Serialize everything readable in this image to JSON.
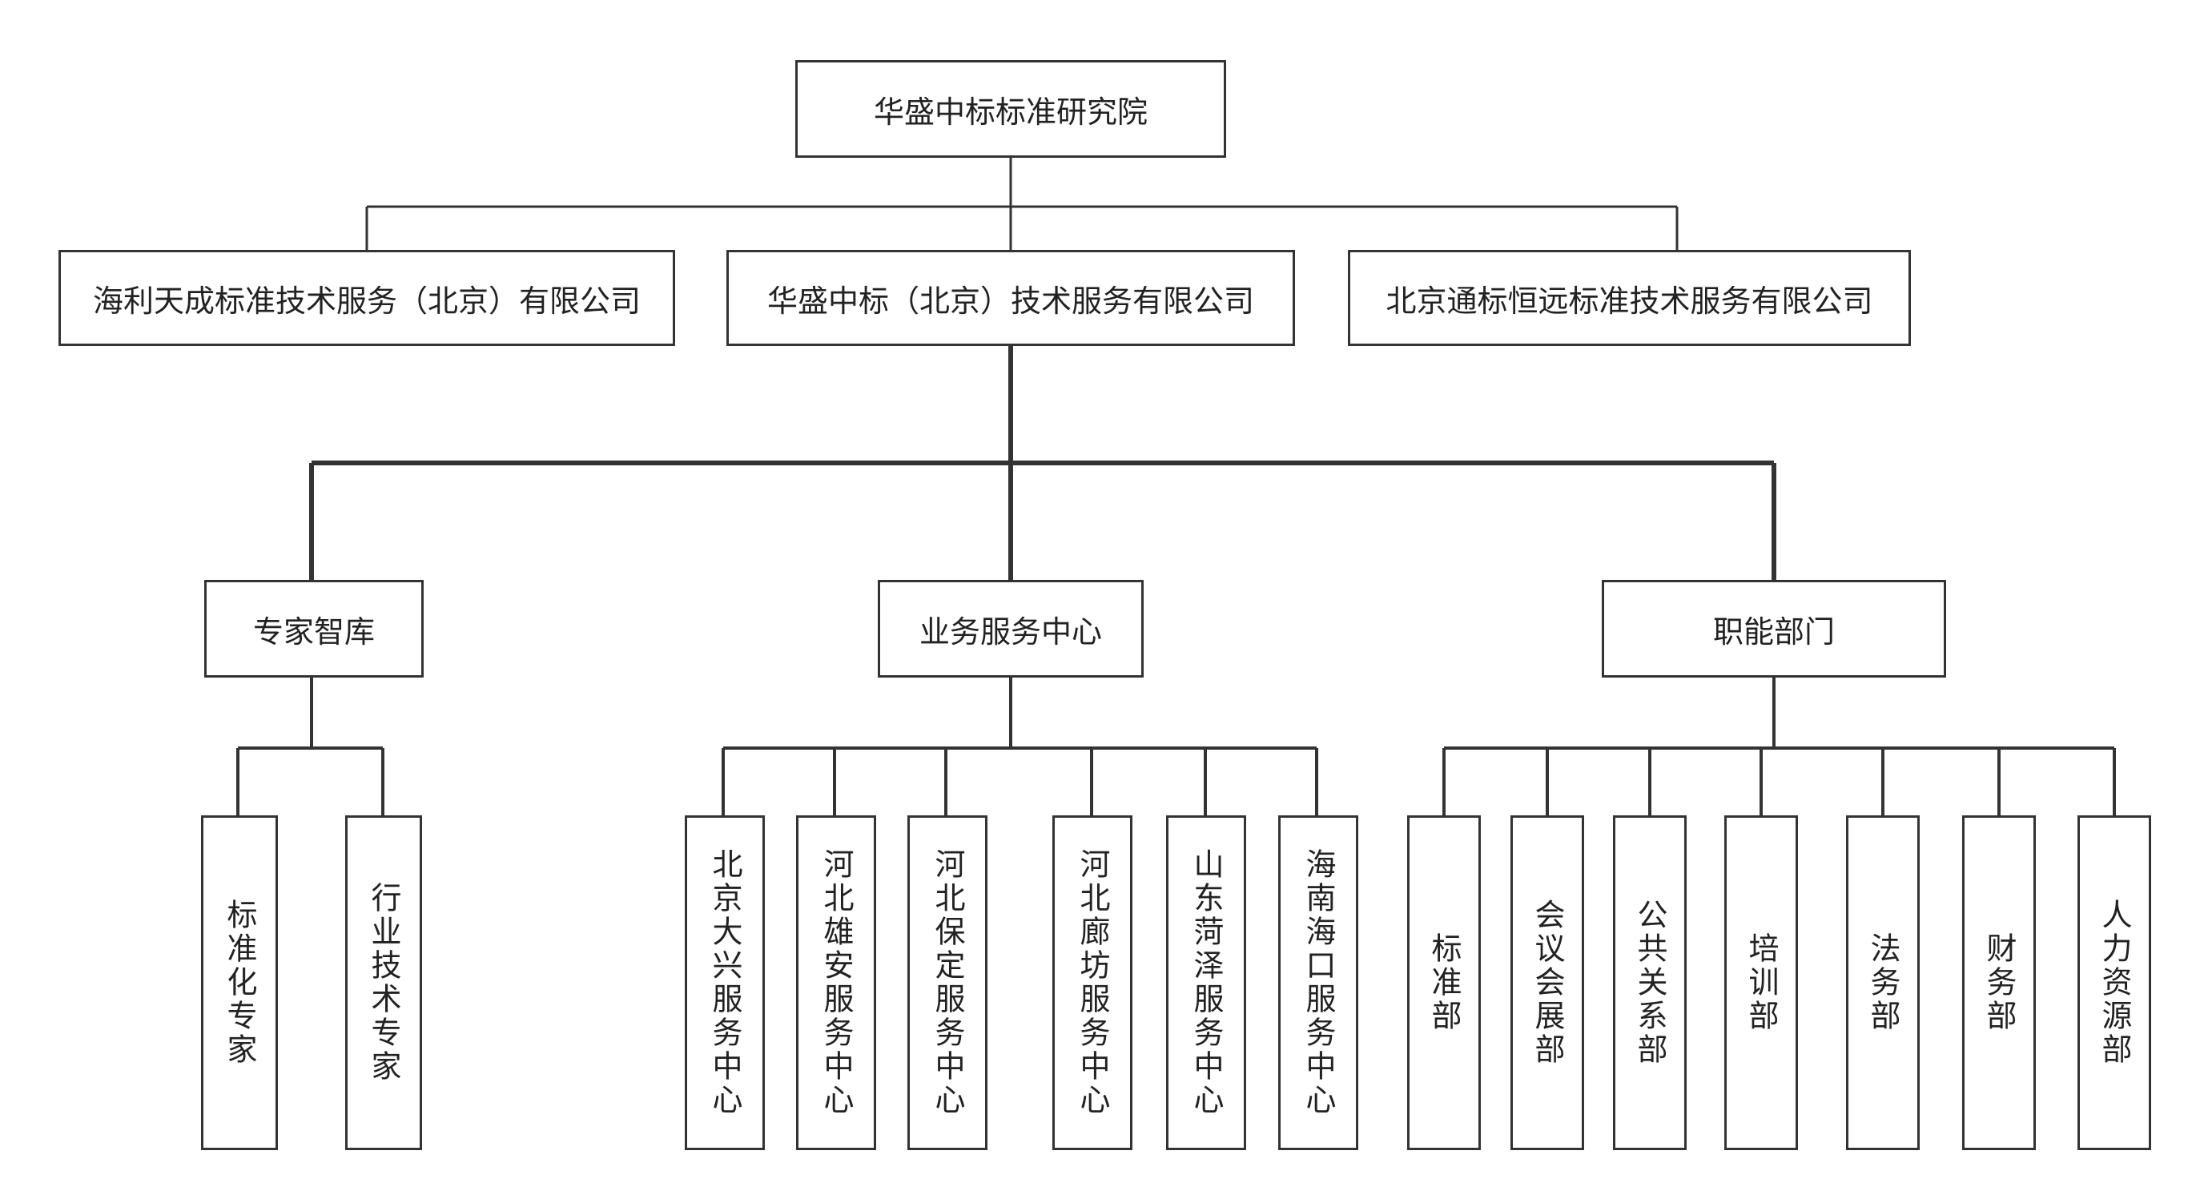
{
  "root": {
    "label": "华盛中标标准研究院"
  },
  "companies": [
    {
      "label": "海利天成标准技术服务（北京）有限公司"
    },
    {
      "label": "华盛中标（北京）技术服务有限公司"
    },
    {
      "label": "北京通标恒远标准技术服务有限公司"
    }
  ],
  "divisions": [
    {
      "label": "专家智库"
    },
    {
      "label": "业务服务中心"
    },
    {
      "label": "职能部门"
    }
  ],
  "expert_units": [
    {
      "label": "标准化专家"
    },
    {
      "label": "行业技术专家"
    }
  ],
  "service_units": [
    {
      "label": "北京大兴服务中心"
    },
    {
      "label": "河北雄安服务中心"
    },
    {
      "label": "河北保定服务中心"
    },
    {
      "label": "河北廊坊服务中心"
    },
    {
      "label": "山东菏泽服务中心"
    },
    {
      "label": "海南海口服务中心"
    }
  ],
  "function_units": [
    {
      "label": "标准部"
    },
    {
      "label": "会议会展部"
    },
    {
      "label": "公共关系部"
    },
    {
      "label": "培训部"
    },
    {
      "label": "法务部"
    },
    {
      "label": "财务部"
    },
    {
      "label": "人力资源部"
    }
  ],
  "colors": {
    "line": "#333333",
    "text": "#222222",
    "background": "#ffffff"
  }
}
